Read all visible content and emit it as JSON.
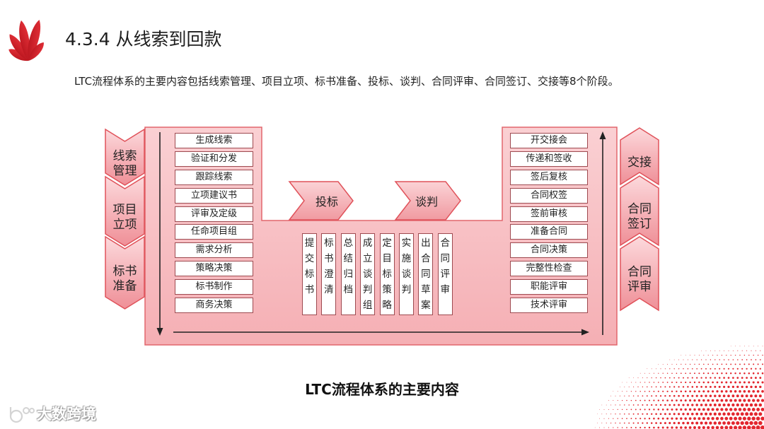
{
  "slide": {
    "title": "4.3.4 从线索到回款",
    "intro": "LTC流程体系的主要内容包括线索管理、项目立项、标书准备、投标、谈判、合同评审、合同签订、交接等8个阶段。",
    "caption": "LTC流程体系的主要内容"
  },
  "diagram": {
    "left_stages": [
      "线索管理",
      "项目立项",
      "标书准备"
    ],
    "left_steps": [
      "生成线索",
      "验证和分发",
      "跟踪线索",
      "立项建议书",
      "评审及定级",
      "任命项目组",
      "需求分析",
      "策略决策",
      "标书制作",
      "商务决策"
    ],
    "middle_stages": [
      "投标",
      "谈判"
    ],
    "middle_steps": [
      "提交标书",
      "标书澄清",
      "总结归档",
      "成立谈判组",
      "定目标策略",
      "实施谈判",
      "出合同草案",
      "合同评审"
    ],
    "right_steps": [
      "开交接会",
      "传递和签收",
      "签后复核",
      "合同权签",
      "签前审核",
      "准备合同",
      "合同决策",
      "完整性检查",
      "职能评审",
      "技术评审"
    ],
    "right_stages": [
      "交接",
      "合同签订",
      "合同评审"
    ]
  },
  "watermark": {
    "text": "大数跨境"
  },
  "icons": {
    "logo": "red-petal-logo-icon",
    "watermark_logo": "watermark-logo-icon",
    "flow_arrows": [
      "arrow-down-icon",
      "arrow-right-icon",
      "arrow-up-icon"
    ],
    "decoration": "halftone-dots-decoration"
  },
  "colors": {
    "accent_red": "#d7202a",
    "panel_pink": "#f8c2c6",
    "outline_red": "#e0525a",
    "box_border": "#9e4a50",
    "halftone_red": "#e3262e"
  }
}
